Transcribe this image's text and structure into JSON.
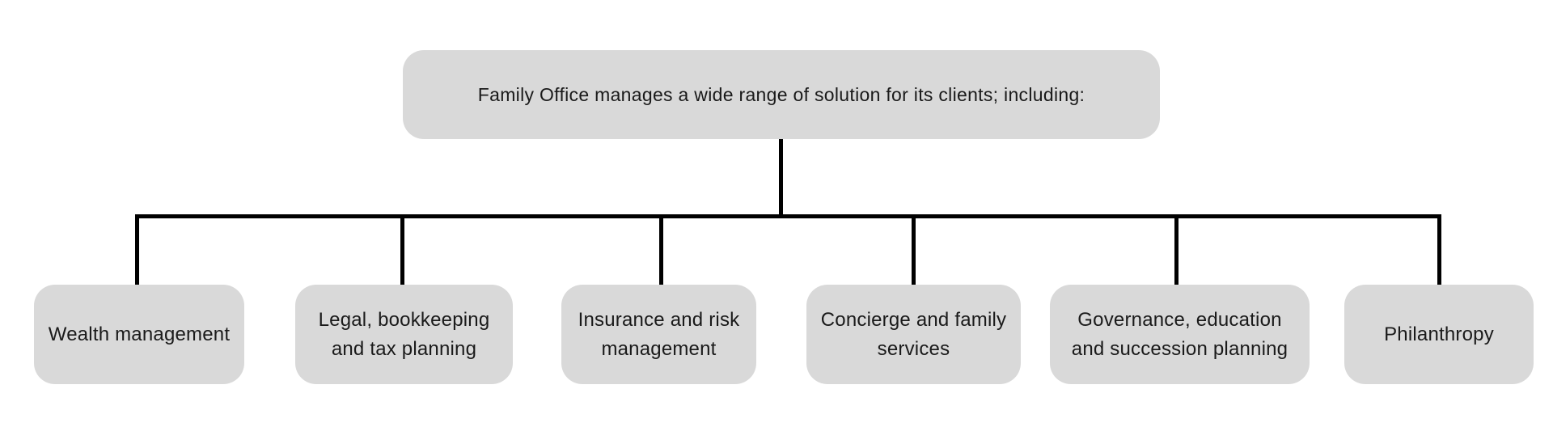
{
  "diagram": {
    "root": {
      "label": "Family Office manages a wide range of solution for its clients; including:"
    },
    "children": [
      {
        "label": "Wealth management"
      },
      {
        "label": "Legal, bookkeeping\nand tax planning"
      },
      {
        "label": "Insurance and risk\nmanagement"
      },
      {
        "label": "Concierge and family\nservices"
      },
      {
        "label": "Governance, education\nand succession planning"
      },
      {
        "label": "Philanthropy"
      }
    ]
  },
  "colors": {
    "node_fill": "#D9D9D9",
    "connector": "#000000",
    "text": "#1A1A1A",
    "background": "#FFFFFF"
  }
}
